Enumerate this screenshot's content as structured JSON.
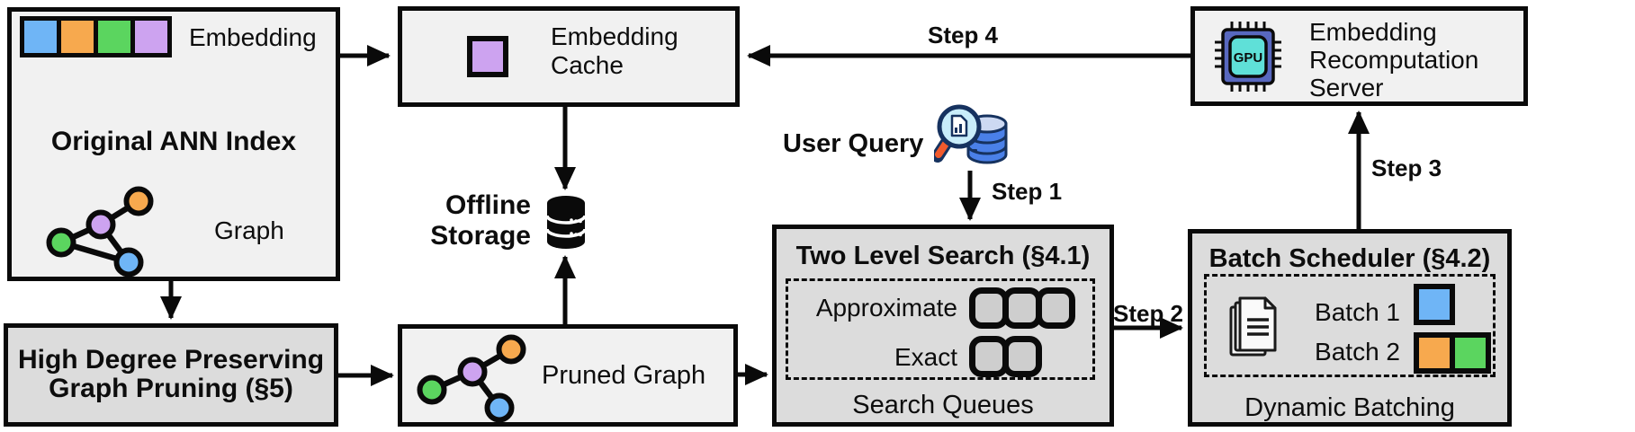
{
  "ann": {
    "embedding_label": "Embedding",
    "title": "Original ANN Index",
    "graph_label": "Graph",
    "embedding_colors": [
      "blue",
      "orange",
      "green",
      "purple"
    ]
  },
  "cache": {
    "line1": "Embedding",
    "line2": "Cache"
  },
  "storage": {
    "line1": "Offline",
    "line2": "Storage"
  },
  "pruning": {
    "line1": "High Degree Preserving",
    "line2": "Graph Pruning (§5)"
  },
  "pruned_graph": {
    "label": "Pruned Graph"
  },
  "user_query": {
    "label": "User Query"
  },
  "search": {
    "title": "Two Level Search (§4.1)",
    "approximate_label": "Approximate",
    "exact_label": "Exact",
    "footer": "Search Queues",
    "approximate_queue_count": 3,
    "exact_queue_count": 2
  },
  "scheduler": {
    "title": "Batch Scheduler (§4.2)",
    "batch1_label": "Batch 1",
    "batch2_label": "Batch 2",
    "batch1_colors": [
      "blue"
    ],
    "batch2_colors": [
      "orange",
      "green"
    ],
    "footer": "Dynamic Batching"
  },
  "server": {
    "line1": "Embedding",
    "line2": "Recomputation",
    "line3": "Server",
    "gpu_label": "GPU"
  },
  "steps": {
    "step1": "Step 1",
    "step2": "Step 2",
    "step3": "Step 3",
    "step4": "Step 4"
  },
  "colors": {
    "node_blue": "#6FB5F6",
    "node_orange": "#F7A94E",
    "node_green": "#5BD55F",
    "node_purple": "#CDA3F0",
    "box_light": "#F1F1F1",
    "box_dark": "#DCDCDC",
    "queue_fill": "#CECECE",
    "outline": "#0A0A0A",
    "gpu_chip_outer": "#5868BF",
    "gpu_chip_inner": "#5FE0D8",
    "query_db_blue": "#4A80E8",
    "query_lens": "#C9EDFA",
    "query_handle": "#F15A2C"
  }
}
